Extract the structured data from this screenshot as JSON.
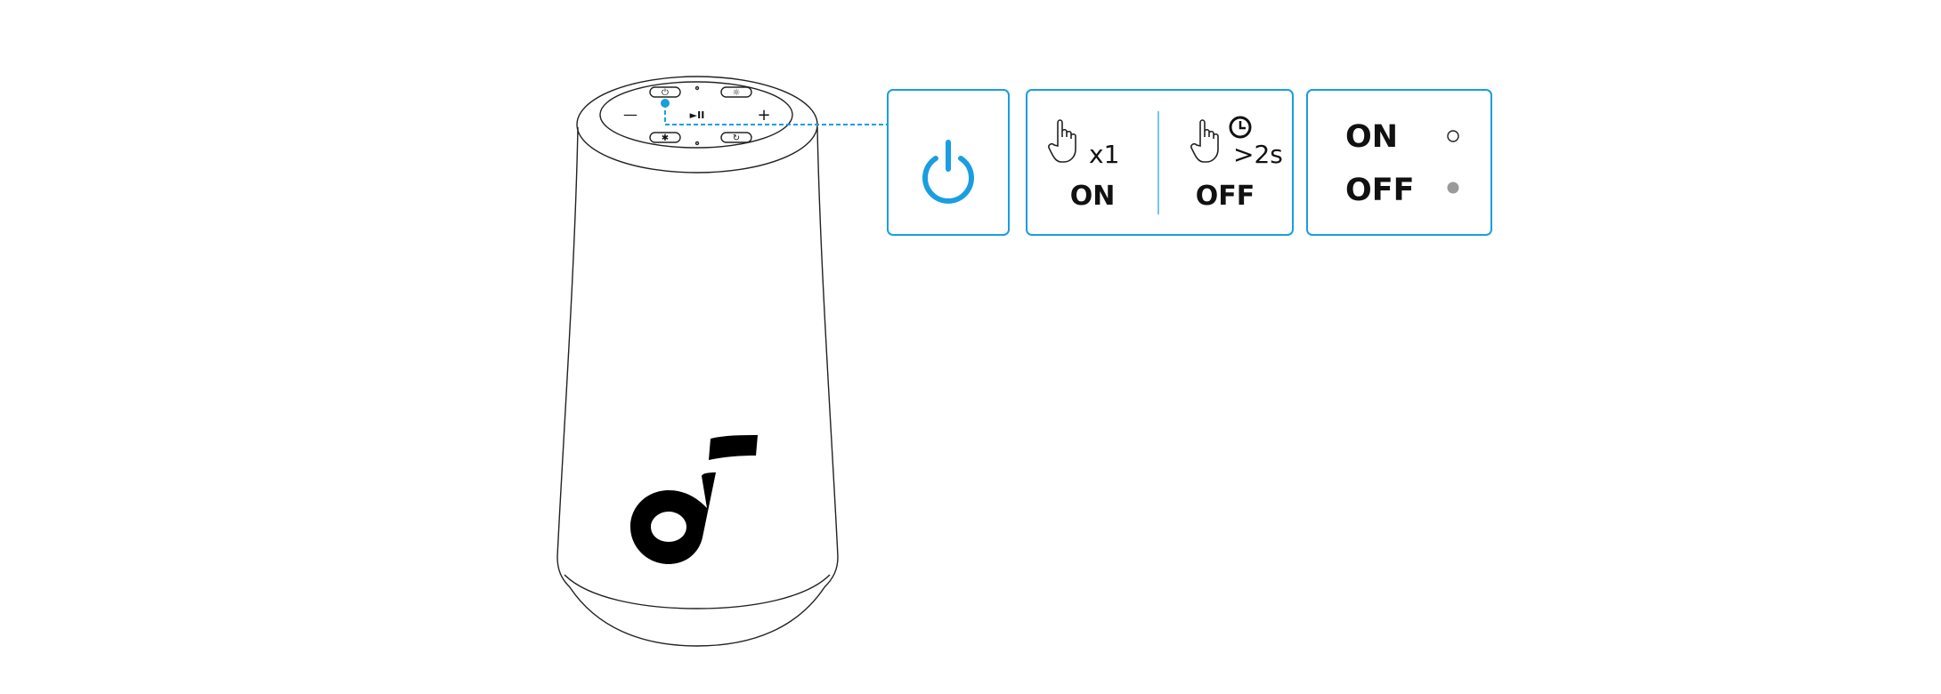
{
  "colors": {
    "accent": "#1a9ee0",
    "outline": "#222222",
    "led_off": "#9a9a9a"
  },
  "speaker": {
    "top_buttons": [
      "power-icon",
      "light-icon",
      "volume-down-icon",
      "play-pause-icon",
      "volume-up-icon",
      "bluetooth-icon",
      "loop-icon"
    ],
    "play_pause_label": "►II",
    "minus_label": "—",
    "plus_label": "+"
  },
  "panel_power": {
    "icon": "power-icon"
  },
  "panel_actions": {
    "on": {
      "press": "x1",
      "label": "ON",
      "icon": "hand-press-icon"
    },
    "off": {
      "press": ">2s",
      "label": "OFF",
      "icon": "hand-hold-icon",
      "timer_icon": "clock-icon"
    }
  },
  "panel_led": {
    "rows": [
      {
        "label": "ON",
        "indicator": "led-hollow"
      },
      {
        "label": "OFF",
        "indicator": "led-gray"
      }
    ]
  }
}
